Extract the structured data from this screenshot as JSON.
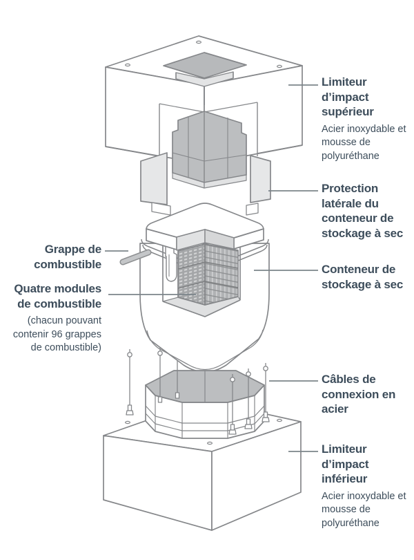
{
  "colors": {
    "text": "#3d4d5b",
    "leader_line": "#7b848a",
    "outline": "#85878a",
    "light_gray_fill": "#e1e2e3",
    "mid_gray_fill": "#bcbec0",
    "dark_gray_fill": "#a9abad",
    "white_fill": "#ffffff"
  },
  "labels": {
    "upper_impact_limiter": {
      "title_lines": [
        "Limiteur",
        "d’impact",
        "supérieur"
      ],
      "subtitle_lines": [
        "Acier inoxydable et",
        "mousse de",
        "polyuréthane"
      ]
    },
    "side_protection": {
      "title_lines": [
        "Protection",
        "latérale du",
        "conteneur de",
        "stockage à sec"
      ]
    },
    "fuel_bundle": {
      "title_lines": [
        "Grappe de",
        "combustible"
      ]
    },
    "fuel_modules": {
      "title_lines": [
        "Quatre modules",
        "de combustible"
      ],
      "subtitle_lines": [
        "(chacun pouvant",
        "contenir 96 grappes",
        "de combustible)"
      ]
    },
    "dry_storage_container": {
      "title_lines": [
        "Conteneur de",
        "stockage à sec"
      ]
    },
    "steel_cables": {
      "title_lines": [
        "Câbles de",
        "connexion en",
        "acier"
      ]
    },
    "lower_impact_limiter": {
      "title_lines": [
        "Limiteur",
        "d’impact",
        "inférieur"
      ],
      "subtitle_lines": [
        "Acier inoxydable et",
        "mousse de",
        "polyuréthane"
      ]
    }
  }
}
